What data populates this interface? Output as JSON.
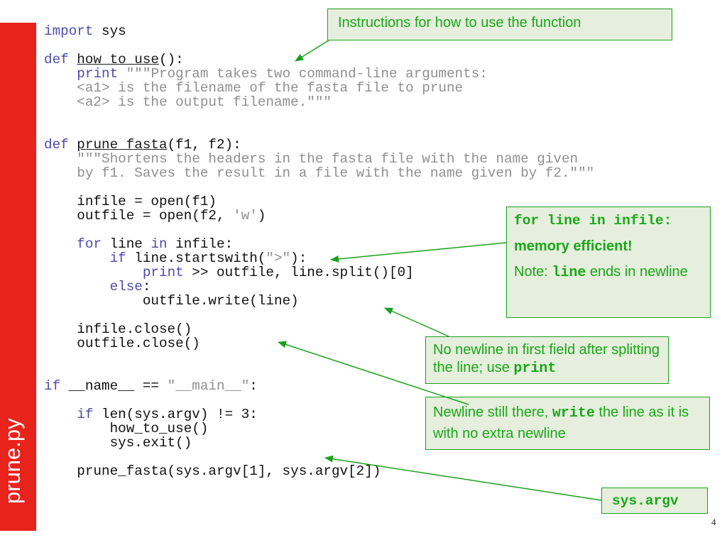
{
  "sidebar": {
    "title": "prune.py",
    "color": "#e8231c"
  },
  "page_number": "4",
  "code_lines": [
    [
      {
        "t": "import",
        "c": "kw"
      },
      {
        "t": " sys",
        "c": "op"
      }
    ],
    [],
    [
      {
        "t": "def",
        "c": "kw"
      },
      {
        "t": " ",
        "c": "op"
      },
      {
        "t": "how_to_use",
        "c": "fn"
      },
      {
        "t": "():",
        "c": "op"
      }
    ],
    [
      {
        "t": "    ",
        "c": "op"
      },
      {
        "t": "print",
        "c": "kw"
      },
      {
        "t": " \"\"\"Program takes two command-line arguments:",
        "c": "str"
      }
    ],
    [
      {
        "t": "    <a1> is the filename of the fasta file to prune",
        "c": "str"
      }
    ],
    [
      {
        "t": "    <a2> is the output filename.\"\"\"",
        "c": "str"
      }
    ],
    [],
    [],
    [
      {
        "t": "def",
        "c": "kw"
      },
      {
        "t": " ",
        "c": "op"
      },
      {
        "t": "prune_fasta",
        "c": "fn"
      },
      {
        "t": "(f1, f2):",
        "c": "op"
      }
    ],
    [
      {
        "t": "    \"\"\"Shortens the headers in the fasta file with the name given",
        "c": "str"
      }
    ],
    [
      {
        "t": "    by f1. Saves the result in a file with the name given by f2.\"\"\"",
        "c": "str"
      }
    ],
    [],
    [
      {
        "t": "    infile = open(f1)",
        "c": "op"
      }
    ],
    [
      {
        "t": "    outfile = open(f2, ",
        "c": "op"
      },
      {
        "t": "'w'",
        "c": "str"
      },
      {
        "t": ")",
        "c": "op"
      }
    ],
    [],
    [
      {
        "t": "    ",
        "c": "op"
      },
      {
        "t": "for",
        "c": "kw"
      },
      {
        "t": " line ",
        "c": "op"
      },
      {
        "t": "in",
        "c": "kw"
      },
      {
        "t": " infile:",
        "c": "op"
      }
    ],
    [
      {
        "t": "        ",
        "c": "op"
      },
      {
        "t": "if",
        "c": "kw"
      },
      {
        "t": " line.startswith(",
        "c": "op"
      },
      {
        "t": "\">\"",
        "c": "str"
      },
      {
        "t": "):",
        "c": "op"
      }
    ],
    [
      {
        "t": "            ",
        "c": "op"
      },
      {
        "t": "print",
        "c": "kw"
      },
      {
        "t": " >> outfile, line.split()[0]",
        "c": "op"
      }
    ],
    [
      {
        "t": "        ",
        "c": "op"
      },
      {
        "t": "else",
        "c": "kw"
      },
      {
        "t": ":",
        "c": "op"
      }
    ],
    [
      {
        "t": "            outfile.write(line)",
        "c": "op"
      }
    ],
    [],
    [
      {
        "t": "    infile.close()",
        "c": "op"
      }
    ],
    [
      {
        "t": "    outfile.close()",
        "c": "op"
      }
    ],
    [],
    [],
    [
      {
        "t": "if",
        "c": "kw"
      },
      {
        "t": " __name__ == ",
        "c": "op"
      },
      {
        "t": "\"__main__\"",
        "c": "str"
      },
      {
        "t": ":",
        "c": "op"
      }
    ],
    [],
    [
      {
        "t": "    ",
        "c": "op"
      },
      {
        "t": "if",
        "c": "kw"
      },
      {
        "t": " len(sys.argv) != 3:",
        "c": "op"
      }
    ],
    [
      {
        "t": "        how_to_use()",
        "c": "op"
      }
    ],
    [
      {
        "t": "        sys.exit()",
        "c": "op"
      }
    ],
    [],
    [
      {
        "t": "    prune_fasta(sys.argv[1], sys.argv[2])",
        "c": "op"
      }
    ]
  ],
  "callouts": {
    "instructions": {
      "text": "Instructions for how to use the function"
    },
    "for_line": {
      "code": "for line in infile:",
      "bold_text": "memory efficient!",
      "note_prefix": "Note: ",
      "note_code": "line",
      "note_suffix": " ends in newline"
    },
    "no_newline": {
      "text": "No newline in first field after splitting the line; use ",
      "code": "print"
    },
    "newline_still": {
      "prefix": "Newline still there, ",
      "code": "write",
      "suffix": " the line as it is with no extra newline"
    },
    "sys_argv": {
      "code": "sys.argv"
    }
  },
  "colors": {
    "callout_border": "#1aa11a",
    "callout_text": "#17a817",
    "callout_fill": "#e6eedd",
    "keyword": "#4c4cad",
    "string": "#8f8f8f"
  }
}
